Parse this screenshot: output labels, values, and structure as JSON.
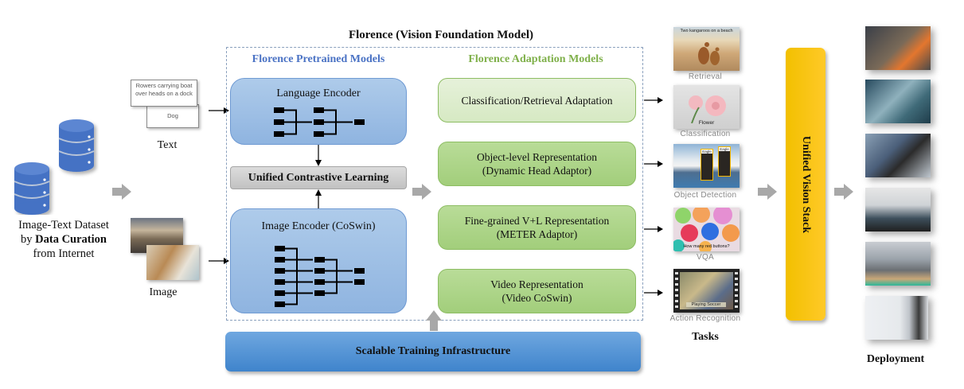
{
  "title": "Florence (Vision Foundation Model)",
  "dataset": {
    "line1": "Image-Text Dataset",
    "line2_prefix": "by ",
    "line2_bold": "Data Curation",
    "line3": "from Internet",
    "icon": "database-icon"
  },
  "inputs": {
    "text_label": "Text",
    "image_label": "Image",
    "text_card_front": "Rowers carrying boat over heads on a dock",
    "text_card_back": "Dog"
  },
  "pretrained": {
    "title": "Florence Pretrained Models",
    "language_encoder": "Language Encoder",
    "image_encoder": "Image Encoder (CoSwin)",
    "contrastive": "Unified Contrastive Learning",
    "title_color": "#4a72c4"
  },
  "adaptation": {
    "title": "Florence Adaptation Models",
    "title_color": "#7fb04a",
    "models": [
      {
        "line1": "Classification/Retrieval Adaptation",
        "line2": ""
      },
      {
        "line1": "Object-level Representation",
        "line2": "(Dynamic Head Adaptor)"
      },
      {
        "line1": "Fine-grained V+L Representation",
        "line2": "(METER Adaptor)"
      },
      {
        "line1": "Video Representation",
        "line2": "(Video CoSwin)"
      }
    ]
  },
  "infrastructure": "Scalable Training Infrastructure",
  "tasks": {
    "label": "Tasks",
    "items": [
      {
        "caption": "Retrieval",
        "overlay": "Two kangaroos on a beach"
      },
      {
        "caption": "Classification",
        "overlay": "Flower"
      },
      {
        "caption": "Object Detection",
        "overlay": "Eagle"
      },
      {
        "caption": "VQA",
        "overlay": "How many red buttons?"
      },
      {
        "caption": "Action Recognition",
        "overlay": "Playing Soccer"
      }
    ]
  },
  "vision_stack": "Unified Vision Stack",
  "deployment": {
    "label": "Deployment",
    "images": [
      "construction-workers",
      "mixed-reality-headset",
      "video-conference-laptop",
      "control-room",
      "warehouse-conveyor",
      "humanoid-robot"
    ]
  },
  "colors": {
    "encoder_blue": "#9dbfe6",
    "adaptation_green": "#a9d284",
    "adaptation_light_green": "#dfeed0",
    "infra_blue": "#4f92d6",
    "stack_yellow": "#f7c300",
    "dashed_border": "#8aa0bd"
  }
}
